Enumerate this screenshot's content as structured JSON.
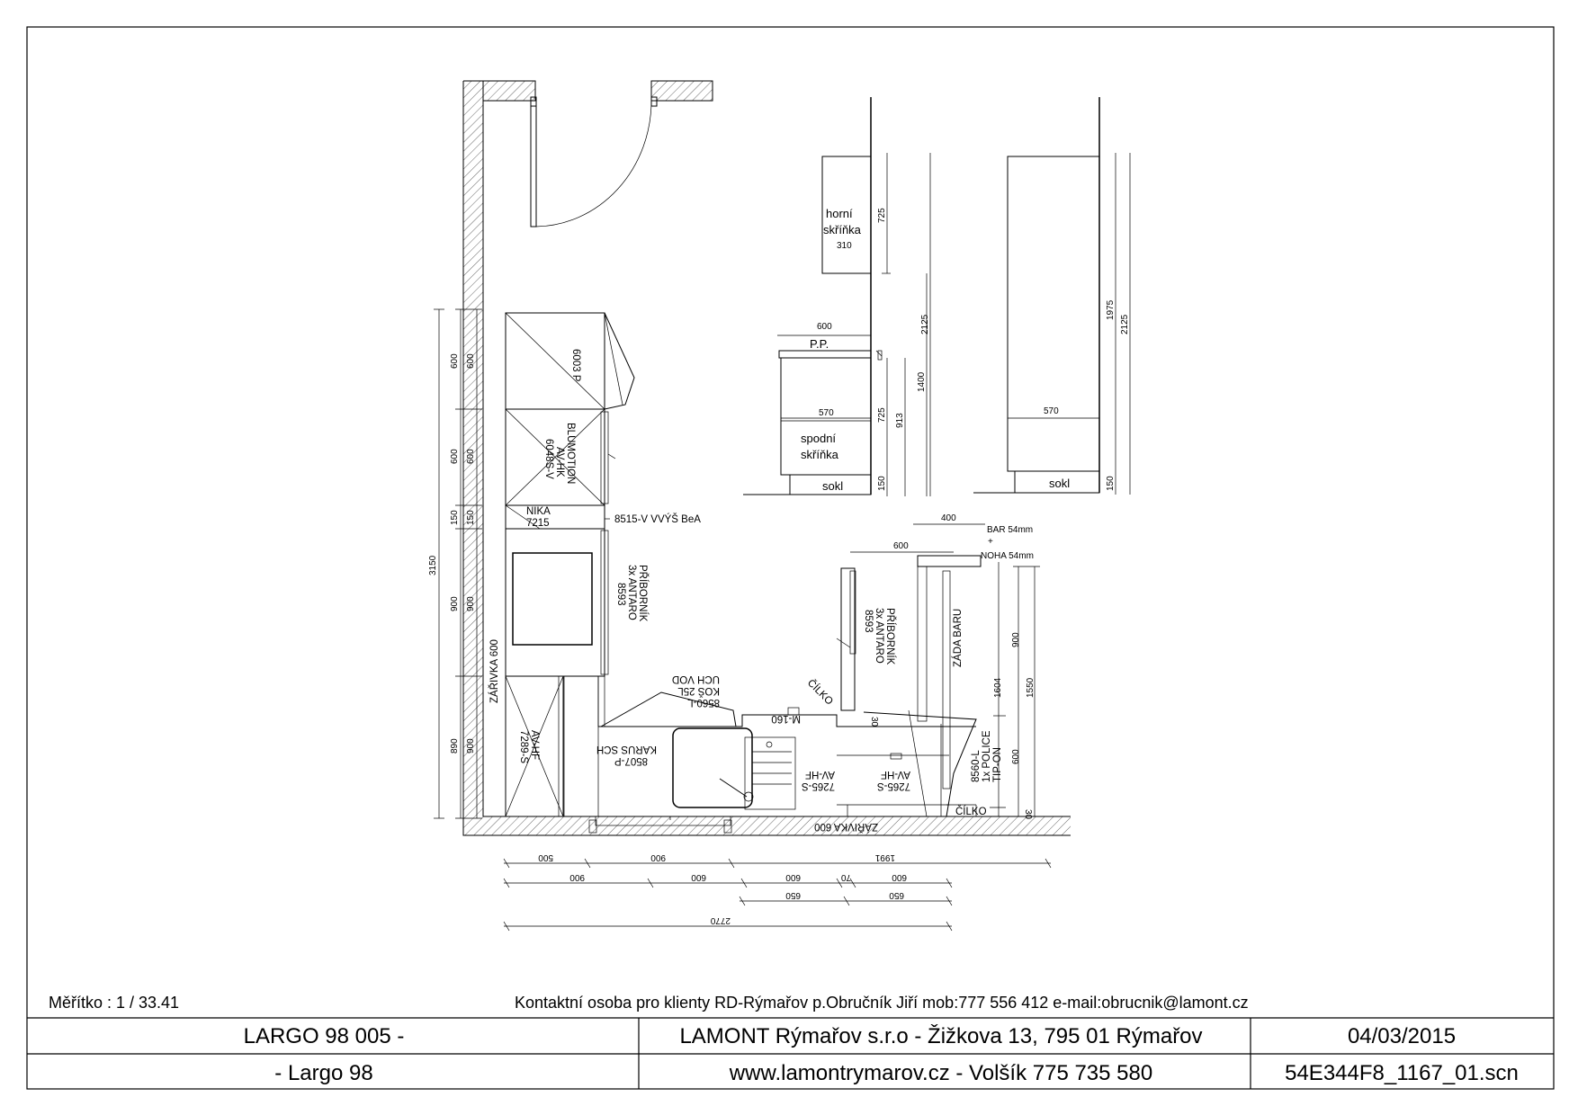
{
  "footer": {
    "scale_label": "Měřítko : 1 / 33.41",
    "contact": "Kontaktní osoba pro klienty RD-Rýmařov p.Obručník Jiří mob:777 556 412 e-mail:obrucnik@lamont.cz"
  },
  "title_block": {
    "project": "LARGO 98 005 -",
    "model": "-  Largo 98",
    "company": "LAMONT Rýmařov s.r.o - Žižkova 13, 795 01 Rýmařov",
    "web": "www.lamontrymarov.cz - Volšík 775 735 580",
    "date": "04/03/2015",
    "file": "54E344F8_1167_01.scn"
  },
  "section_upper": {
    "horni_1": "horní",
    "horni_2": "skříňka",
    "d310": "310",
    "d725a": "725",
    "d600": "600",
    "pp": "P.P.",
    "d570": "570",
    "d725b": "725",
    "d913": "913",
    "d1400": "1400",
    "d2125": "2125",
    "spodni_1": "spodní",
    "spodni_2": "skříňka",
    "sokl": "sokl",
    "d150": "150"
  },
  "section_tall": {
    "d570": "570",
    "d1975": "1975",
    "d2125": "2125",
    "sokl": "sokl",
    "d150": "150"
  },
  "plan": {
    "l_6003": "6003 P",
    "l_6048_1": "6048S-V",
    "l_6048_2": "AV-HK",
    "l_6048_3": "BLUMOTION",
    "l_nika_1": "NIKA",
    "l_nika_2": "7215",
    "l_8515": "8515-V VVÝŠ BeA",
    "l_8593a_1": "8593",
    "l_8593a_2": "3x ANTARO",
    "l_8593a_3": "PŘÍBORNÍK",
    "l_8560_1": "8560-L",
    "l_8560_2": "KOŠ 25L",
    "l_8560_3": "UCH VOD",
    "l_8507_1": "8507-P",
    "l_8507_2": "KARUS SCH",
    "l_7289_1": "7289-S",
    "l_7289_2": "AV-HF",
    "l_zar1": "ZÁŘIVKA 600",
    "l_m160": "M-160",
    "l_cilko1": "ČÍLKO",
    "l_7265a_1": "7265-S",
    "l_7265a_2": "AV-HF",
    "l_7265b_1": "7265-S",
    "l_7265b_2": "AV-HF",
    "l_zar2": "ZÁŘIVKA 600",
    "l_8593b_1": "8593",
    "l_8593b_2": "3x ANTARO",
    "l_8593b_3": "PŘÍBORNÍK",
    "l_zada": "ZÁDA BARU",
    "l_8560l2_1": "8560-L",
    "l_8560l2_2": "1x POLICE",
    "l_8560l2_3": "TIP-ON",
    "l_cilko2": "ČÍLKO",
    "l_bar": "BAR 54mm",
    "l_plus": "+",
    "l_noha": "NOHA 54mm",
    "l_400": "400",
    "l_600top": "600",
    "l_30a": "30",
    "l_30b": "30",
    "l_70": "70",
    "d_left_3150": "3150",
    "d_left_600a": "600",
    "d_left_600b": "600",
    "d_left_150": "150",
    "d_left_900": "900",
    "d_left_890": "890",
    "d_in_600a": "600",
    "d_in_600b": "600",
    "d_in_150": "150",
    "d_in_900a": "900",
    "d_in_900b": "900",
    "d_right_900": "900",
    "d_right_1604": "1604",
    "d_right_1550": "1550",
    "d_right_600": "600",
    "d_b1_500": "500",
    "d_b1_900": "900",
    "d_b1_1991": "1991",
    "d_b2_900": "900",
    "d_b2_600a": "600",
    "d_b2_600b": "600",
    "d_b2_70": "70",
    "d_b2_600c": "600",
    "d_b3_650a": "650",
    "d_b3_650b": "650",
    "d_b4_2770": "2770"
  }
}
